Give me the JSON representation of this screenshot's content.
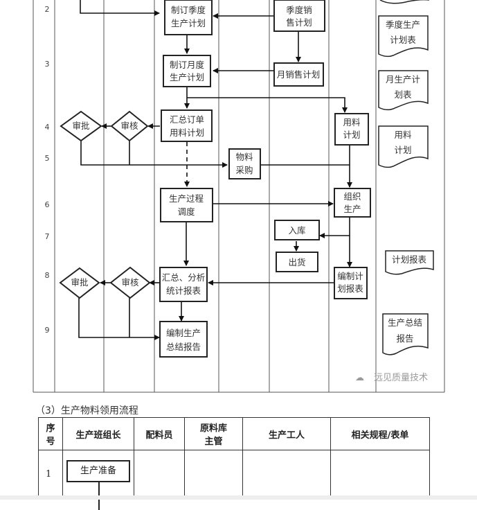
{
  "flowchart": {
    "row_numbers": [
      "2",
      "3",
      "4",
      "5",
      "6",
      "7",
      "8",
      "9"
    ],
    "nodes": {
      "quarterly_production_plan": [
        "制订季度",
        "生产计划"
      ],
      "quarterly_sales_plan": [
        "季度销",
        "售计划"
      ],
      "monthly_production_plan": [
        "制订月度",
        "生产计划"
      ],
      "monthly_sales_plan": [
        "月销售计划"
      ],
      "order_material_summary": [
        "汇总订单",
        "用料计划"
      ],
      "review_1": "审核",
      "approve_1": "审批",
      "material_plan": [
        "用料",
        "计划"
      ],
      "material_purchase": [
        "物料",
        "采购"
      ],
      "production_dispatch": [
        "生产过程",
        "调度"
      ],
      "organize_production": [
        "组织",
        "生产"
      ],
      "warehouse_in": "入库",
      "shipment": "出货",
      "summary_report": [
        "汇总、分析",
        "统计报表"
      ],
      "review_2": "审核",
      "approve_2": "审批",
      "compile_plan_report": [
        "编制计",
        "划报表"
      ],
      "compile_summary_report": [
        "编制生产",
        "总结报告"
      ]
    },
    "documents": {
      "quarterly_plan_doc": [
        "季度生产",
        "计划表"
      ],
      "monthly_plan_doc": [
        "月生产计",
        "划表"
      ],
      "material_plan_doc": [
        "用料",
        "计划"
      ],
      "plan_report_doc": [
        "计划报表"
      ],
      "summary_report_doc": [
        "生产总结",
        "报告"
      ]
    },
    "watermark": "远见质量技术"
  },
  "section": {
    "title": "（3）生产物料领用流程"
  },
  "table2": {
    "headers": [
      "序号",
      "生产班组长",
      "配料员",
      "原料库主管",
      "生产工人",
      "相关规程/表单"
    ],
    "header_lines": {
      "seq": [
        "序",
        "号"
      ],
      "warehouse": [
        "原料库",
        "主管"
      ]
    },
    "rows": [
      {
        "seq": "1",
        "step": "生产准备"
      }
    ]
  }
}
